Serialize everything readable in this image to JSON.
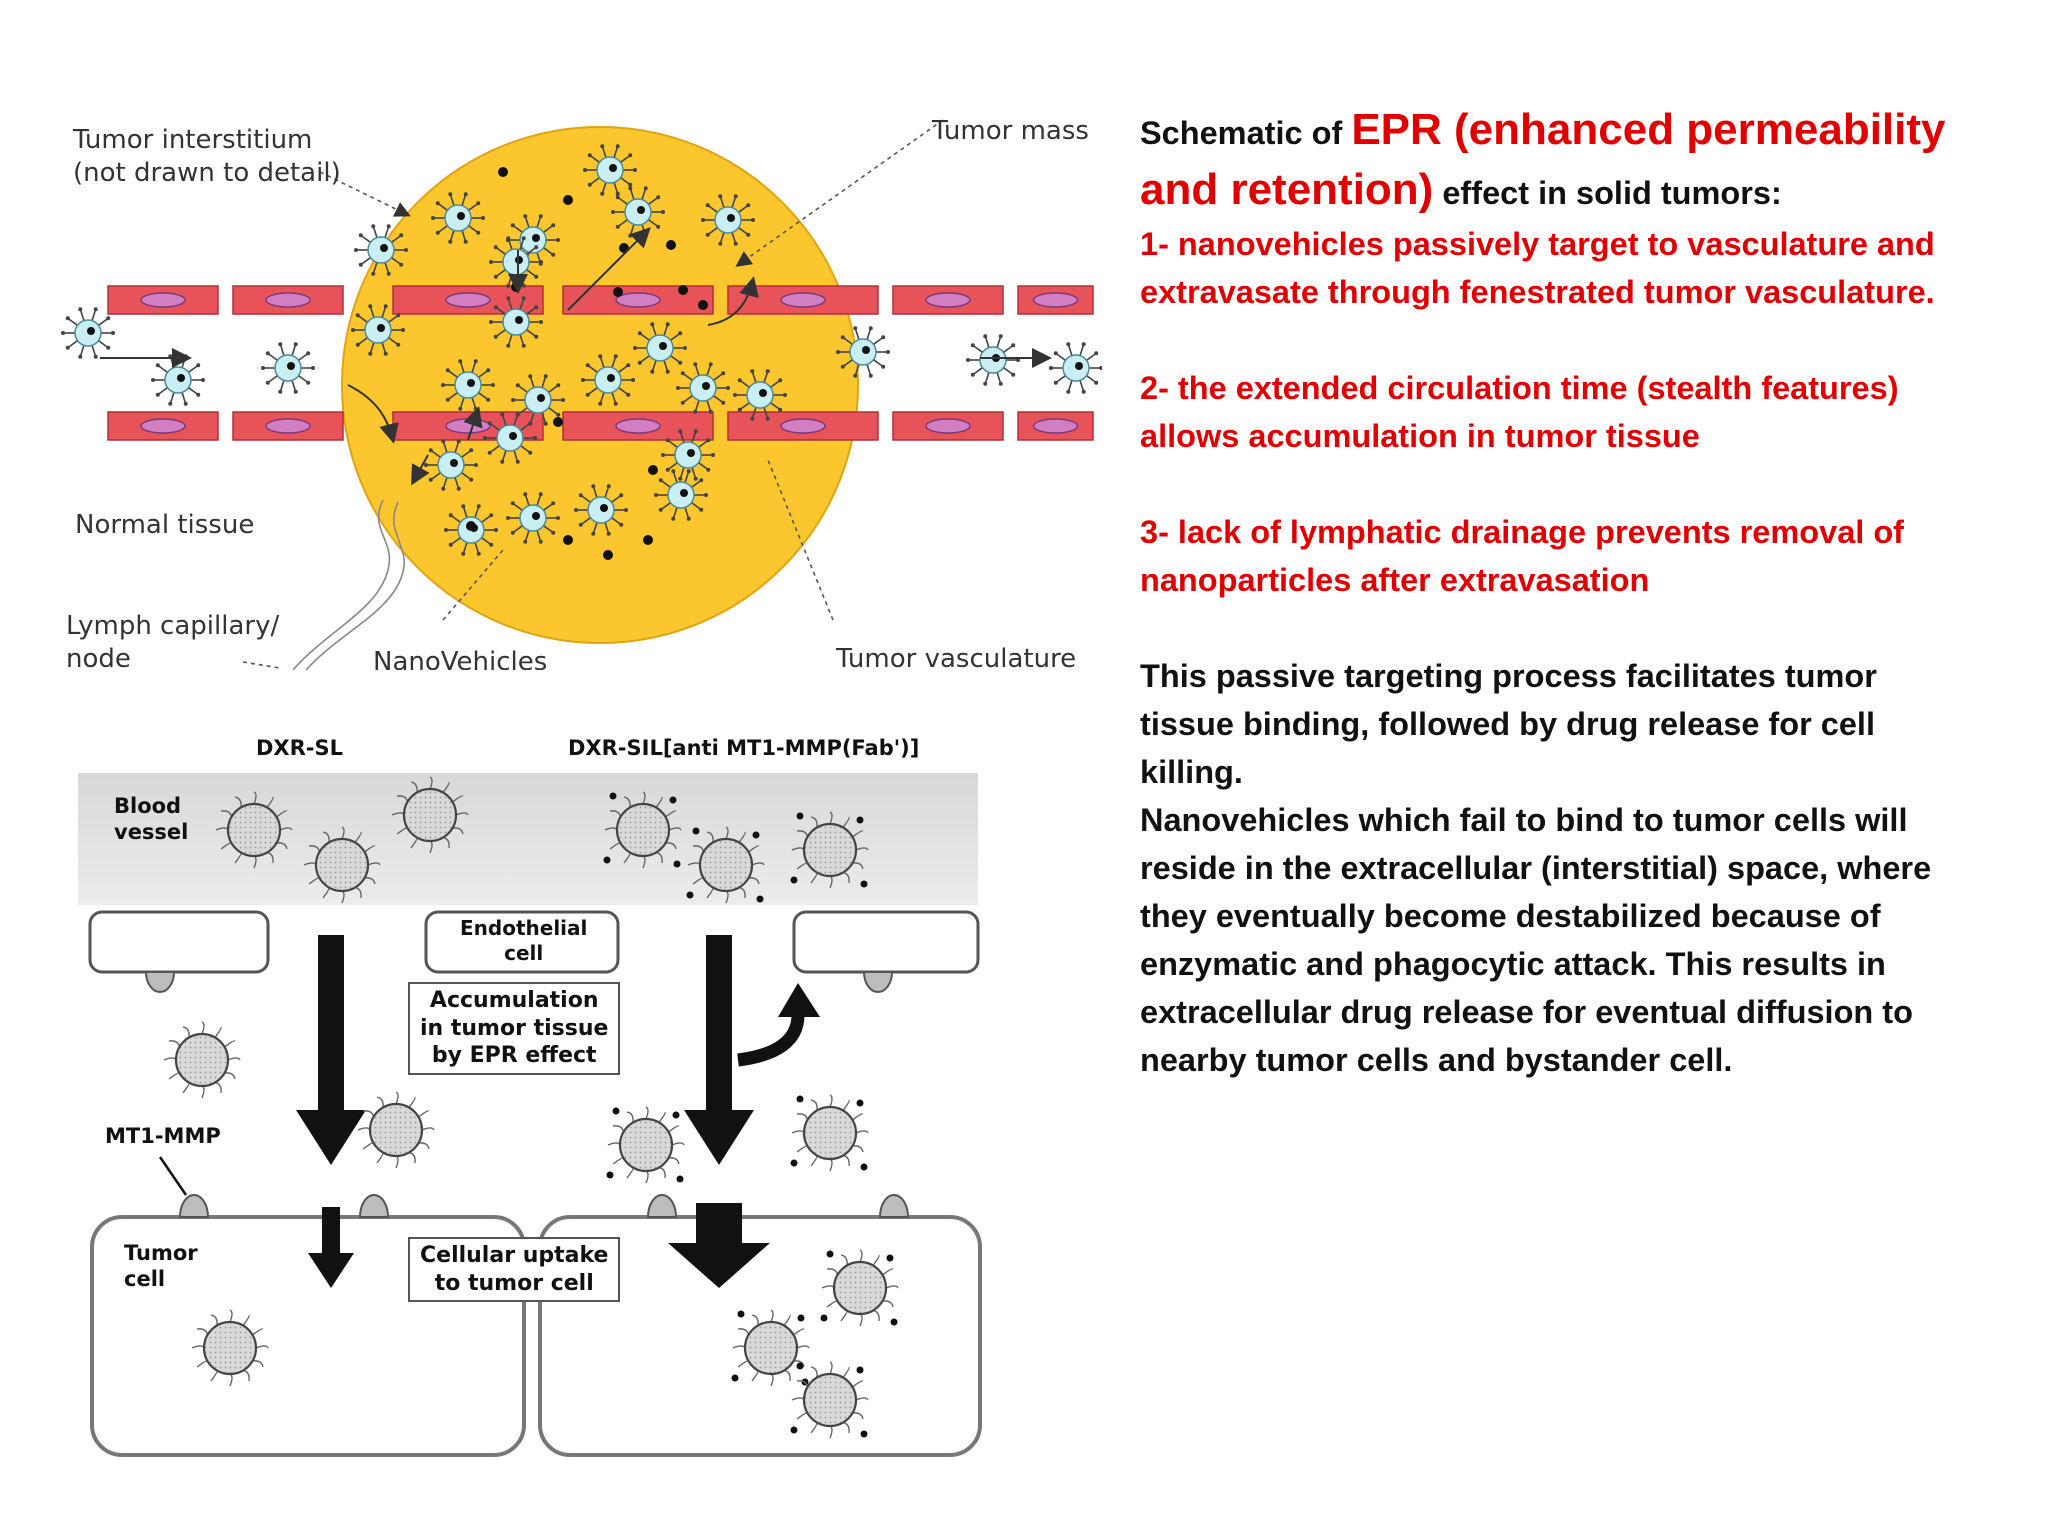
{
  "top_diagram": {
    "labels": {
      "tumor_interstitium": "Tumor interstitium\n(not drawn to detail)",
      "tumor_mass": "Tumor mass",
      "normal_tissue": "Normal tissue",
      "lymph": "Lymph capillary/\nnode",
      "nanovehicles": "NanoVehicles",
      "tumor_vasculature": "Tumor vasculature"
    },
    "colors": {
      "tumor": "#fcc72e",
      "vessel": "#e8535a",
      "cell_nucleus": "#d27ec2",
      "nanovehicle": "#c9eef3"
    }
  },
  "bottom_diagram": {
    "labels": {
      "dxr_sl": "DXR-SL",
      "dxr_sil": "DXR-SIL[anti MT1-MMP(Fab')]",
      "blood_vessel": "Blood\nvessel",
      "endothelial_cell": "Endothelial\ncell",
      "accumulation": "Accumulation\nin tumor tissue\nby EPR effect",
      "mt1_mmp": "MT1-MMP",
      "tumor_cell": "Tumor\ncell",
      "cellular_uptake": "Cellular uptake\nto tumor cell"
    }
  },
  "text": {
    "heading_pre": "Schematic of ",
    "heading_em": "EPR (enhanced permeability and retention)",
    "heading_post": " effect in solid tumors:",
    "point1": "1- nanovehicles passively target to vasculature and extravasate through fenestrated tumor vasculature.",
    "point2": "2- the extended circulation time (stealth features) allows accumulation in tumor tissue",
    "point3": "3-  lack of lymphatic drainage prevents removal of nanoparticles after extravasation",
    "para1": "This passive targeting process facilitates tumor tissue binding, followed by drug release for cell killing.",
    "para2": "Nanovehicles which fail to bind to tumor cells will reside in the extracellular (interstitial) space, where they eventually become destabilized because of enzymatic and phagocytic attack. This results in extracellular drug release for eventual diffusion to nearby tumor cells and bystander cell."
  }
}
